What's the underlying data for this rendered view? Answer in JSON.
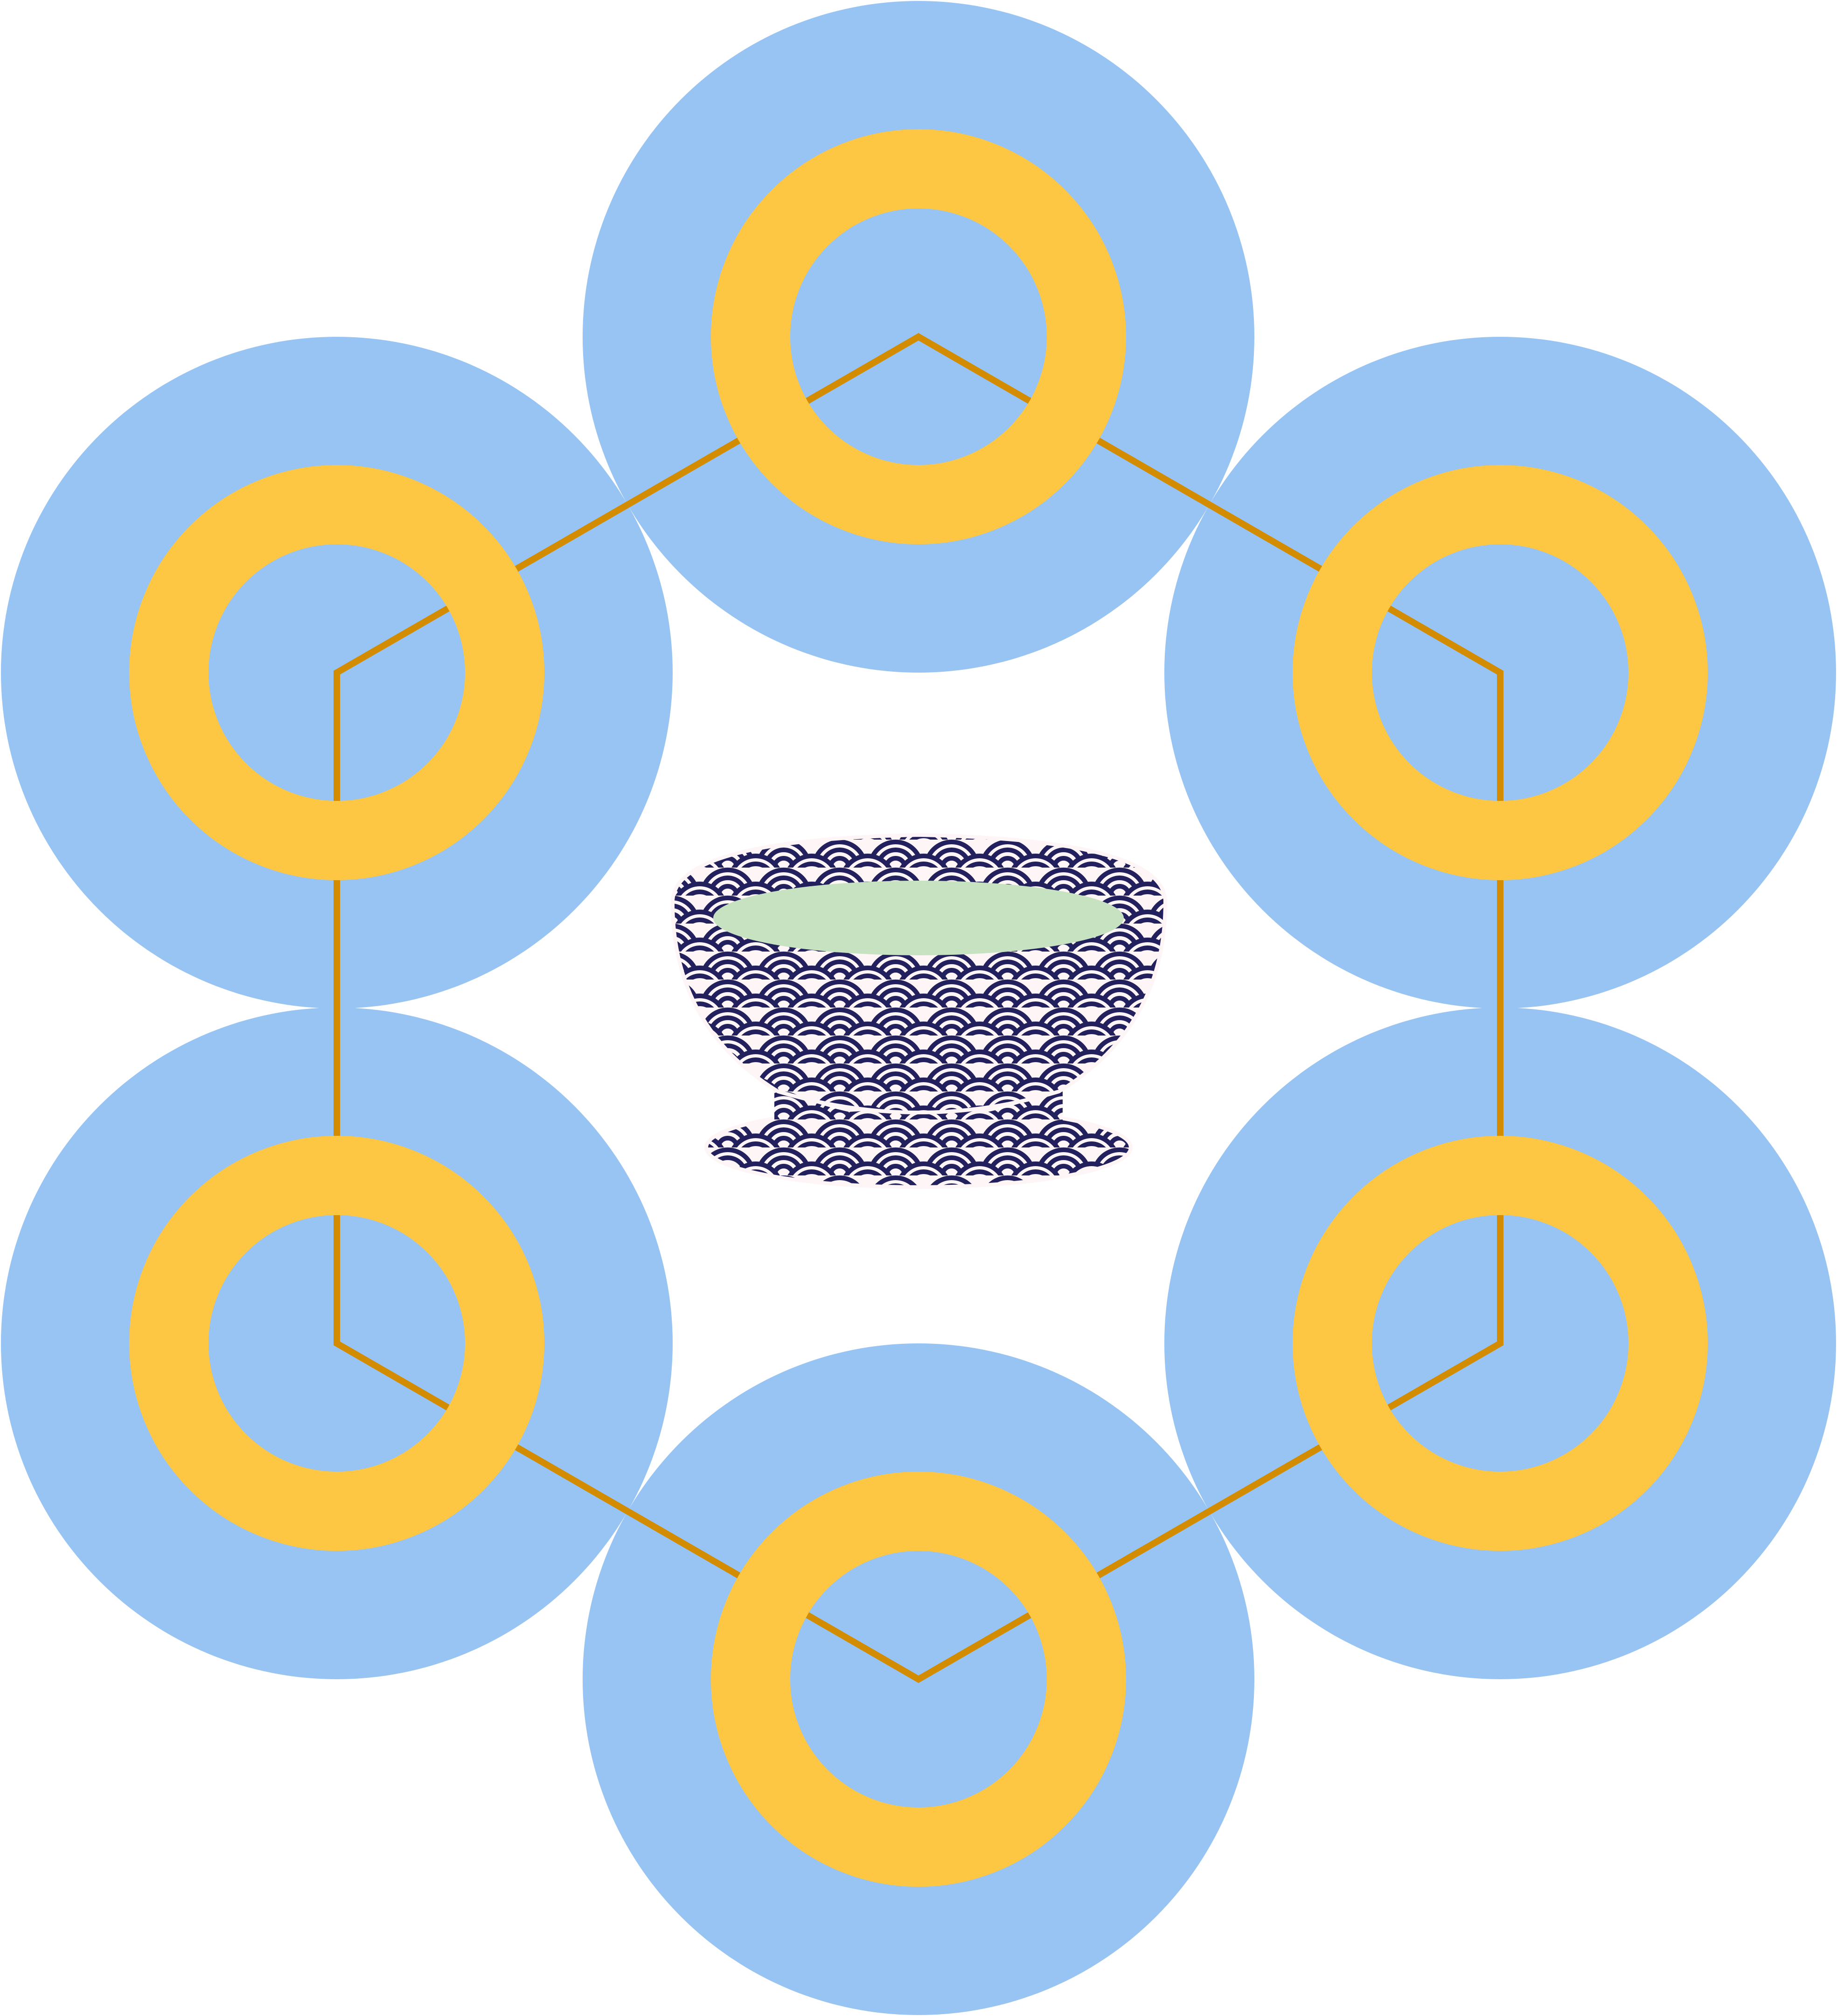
{
  "diagram": {
    "description_free": true,
    "node_count": 6,
    "nodes": [
      {
        "id": "node-top",
        "position_word": "top"
      },
      {
        "id": "node-upper-right",
        "position_word": "upper-right"
      },
      {
        "id": "node-lower-right",
        "position_word": "lower-right"
      },
      {
        "id": "node-bottom",
        "position_word": "bottom"
      },
      {
        "id": "node-lower-left",
        "position_word": "lower-left"
      },
      {
        "id": "node-upper-left",
        "position_word": "upper-left"
      }
    ],
    "center_icon": "wave-pattern-bowl-icon",
    "colors": {
      "outer_circle": "#97C4F3",
      "ring": "#FDC643",
      "connector": "#D38C00",
      "bowl_pattern_stroke": "#23205E",
      "bowl_pattern_fill": "#FEF6F6",
      "bowl_liquid": "#C6E2C0",
      "background": "#FFFFFF"
    }
  }
}
